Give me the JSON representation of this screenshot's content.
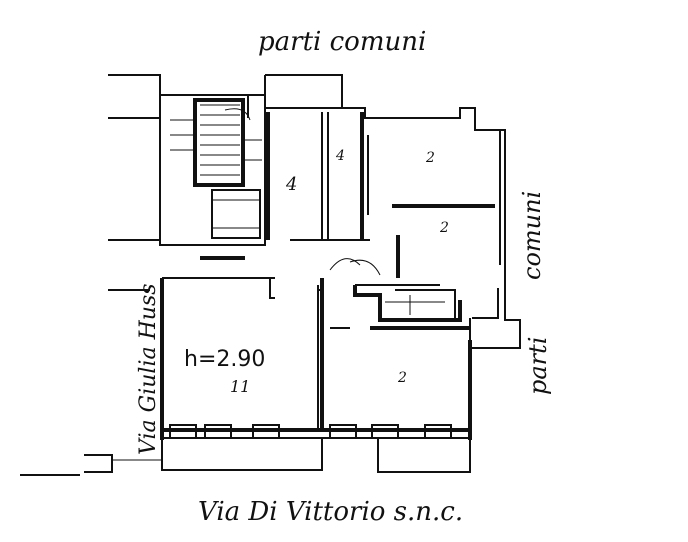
{
  "labels": {
    "top_handwritten": "parti comuni",
    "right_handwritten_1": "comuni",
    "right_handwritten_2": "parti",
    "left_street": "Via Giulia Huss",
    "bottom_street": "Via Di Vittorio s.n.c.",
    "height_label": "h=2.90"
  }
}
